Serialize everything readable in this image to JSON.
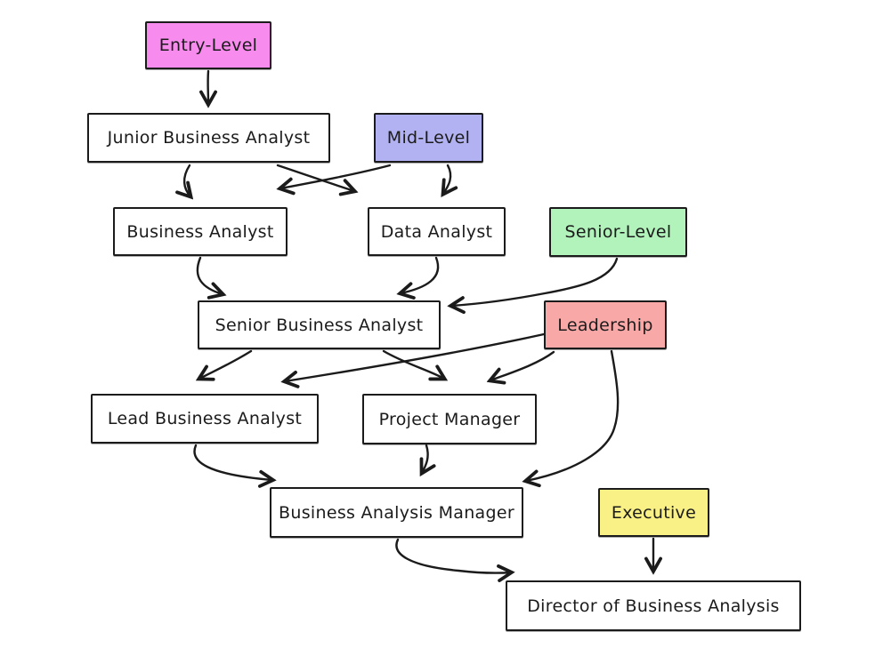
{
  "diagram": {
    "background": "#ffffff",
    "stroke_color": "#1b1b1b",
    "nodes": [
      {
        "id": "entry-level",
        "label": "Entry-Level",
        "fill": "#f78bee"
      },
      {
        "id": "junior-business-analyst",
        "label": "Junior Business Analyst",
        "fill": "#ffffff"
      },
      {
        "id": "mid-level",
        "label": "Mid-Level",
        "fill": "#b2b2f2"
      },
      {
        "id": "business-analyst",
        "label": "Business Analyst",
        "fill": "#ffffff"
      },
      {
        "id": "data-analyst",
        "label": "Data Analyst",
        "fill": "#ffffff"
      },
      {
        "id": "senior-level",
        "label": "Senior-Level",
        "fill": "#b2f2bb"
      },
      {
        "id": "senior-business-analyst",
        "label": "Senior Business Analyst",
        "fill": "#ffffff"
      },
      {
        "id": "leadership",
        "label": "Leadership",
        "fill": "#f9a8a8"
      },
      {
        "id": "lead-business-analyst",
        "label": "Lead Business Analyst",
        "fill": "#ffffff"
      },
      {
        "id": "project-manager",
        "label": "Project Manager",
        "fill": "#ffffff"
      },
      {
        "id": "business-analysis-manager",
        "label": "Business Analysis Manager",
        "fill": "#ffffff"
      },
      {
        "id": "executive",
        "label": "Executive",
        "fill": "#f9f186"
      },
      {
        "id": "director-of-business-analysis",
        "label": "Director of Business Analysis",
        "fill": "#ffffff"
      }
    ],
    "edges": [
      {
        "from": "Entry-Level",
        "to": "Junior Business Analyst"
      },
      {
        "from": "Junior Business Analyst",
        "to": "Business Analyst"
      },
      {
        "from": "Junior Business Analyst",
        "to": "Data Analyst"
      },
      {
        "from": "Mid-Level",
        "to": "Business Analyst"
      },
      {
        "from": "Mid-Level",
        "to": "Data Analyst"
      },
      {
        "from": "Business Analyst",
        "to": "Senior Business Analyst"
      },
      {
        "from": "Data Analyst",
        "to": "Senior Business Analyst"
      },
      {
        "from": "Senior-Level",
        "to": "Senior Business Analyst"
      },
      {
        "from": "Senior Business Analyst",
        "to": "Lead Business Analyst"
      },
      {
        "from": "Leadership",
        "to": "Lead Business Analyst"
      },
      {
        "from": "Senior Business Analyst",
        "to": "Project Manager"
      },
      {
        "from": "Leadership",
        "to": "Project Manager"
      },
      {
        "from": "Leadership",
        "to": "Business Analysis Manager"
      },
      {
        "from": "Lead Business Analyst",
        "to": "Business Analysis Manager"
      },
      {
        "from": "Project Manager",
        "to": "Business Analysis Manager"
      },
      {
        "from": "Business Analysis Manager",
        "to": "Director of Business Analysis"
      },
      {
        "from": "Executive",
        "to": "Director of Business Analysis"
      }
    ]
  }
}
